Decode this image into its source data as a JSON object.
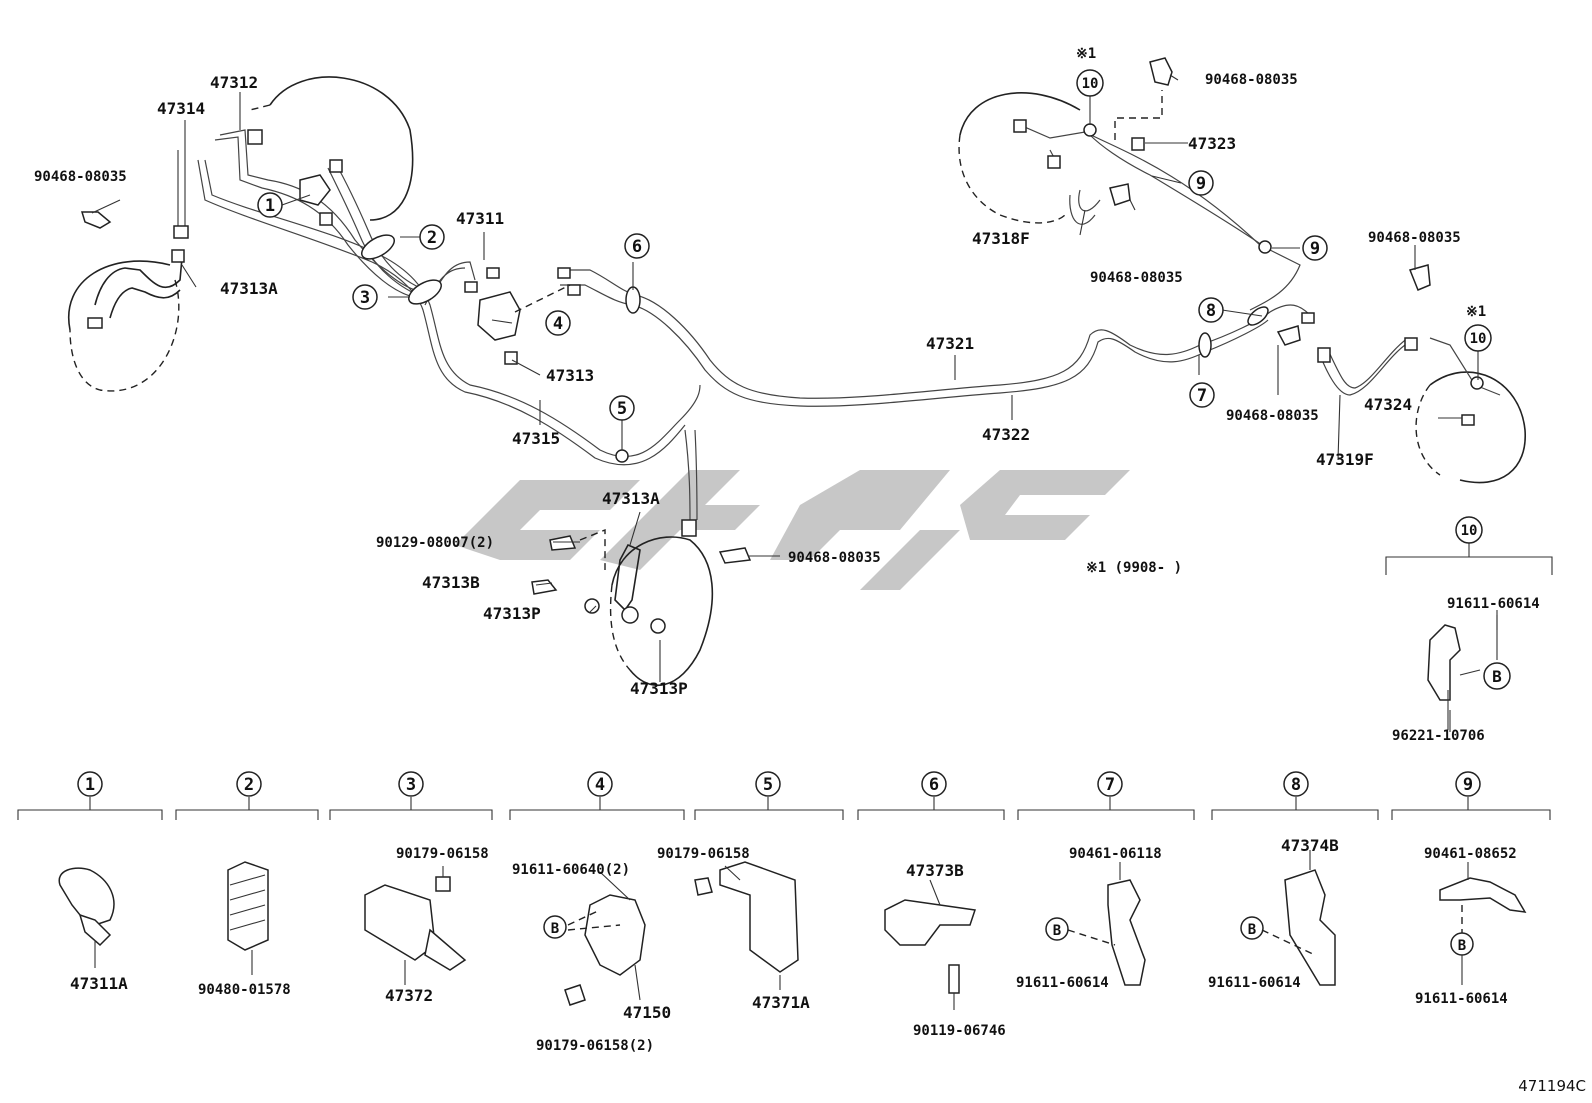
{
  "diagram_code": "471194C",
  "note": "※1 (9908-       )",
  "callouts": {
    "p47312": "47312",
    "p47314": "47314",
    "p90468_a": "90468-08035",
    "p47313A_left": "47313A",
    "p47311": "47311",
    "p47313": "47313",
    "p47315": "47315",
    "p47321": "47321",
    "p47322": "47322",
    "p47313A_mid": "47313A",
    "p90129": "90129-08007(2)",
    "p47313B": "47313B",
    "p47313P_a": "47313P",
    "p47313P_b": "47313P",
    "p90468_mid": "90468-08035",
    "star1_top": "※1",
    "p90468_top": "90468-08035",
    "p47323": "47323",
    "p47318F": "47318F",
    "p90468_under": "90468-08035",
    "p90468_right": "90468-08035",
    "star1_right": "※1",
    "p90468_bot": "90468-08035",
    "p47324": "47324",
    "p47319F": "47319F",
    "p91611_10": "91611-60614",
    "p96221": "96221-10706",
    "b_10": "B"
  },
  "circled_refs": {
    "n1": "1",
    "n2": "2",
    "n3": "3",
    "n4": "4",
    "n5": "5",
    "n6": "6",
    "n7": "7",
    "n8": "8",
    "n9a": "9",
    "n9b": "9",
    "n10a": "10",
    "n10b": "10",
    "n10legend": "10"
  },
  "legend": [
    {
      "num": "1",
      "labels": [
        "47311A"
      ]
    },
    {
      "num": "2",
      "labels": [
        "90480-01578"
      ]
    },
    {
      "num": "3",
      "labels": [
        "90179-06158",
        "47372"
      ]
    },
    {
      "num": "4",
      "labels": [
        "91611-60640(2)",
        "B",
        "47150",
        "90179-06158(2)"
      ]
    },
    {
      "num": "5",
      "labels": [
        "90179-06158",
        "47371A"
      ]
    },
    {
      "num": "6",
      "labels": [
        "47373B",
        "90119-06746"
      ]
    },
    {
      "num": "7",
      "labels": [
        "90461-06118",
        "B",
        "91611-60614"
      ]
    },
    {
      "num": "8",
      "labels": [
        "47374B",
        "B",
        "91611-60614"
      ]
    },
    {
      "num": "9",
      "labels": [
        "90461-08652",
        "B",
        "91611-60614"
      ]
    }
  ]
}
